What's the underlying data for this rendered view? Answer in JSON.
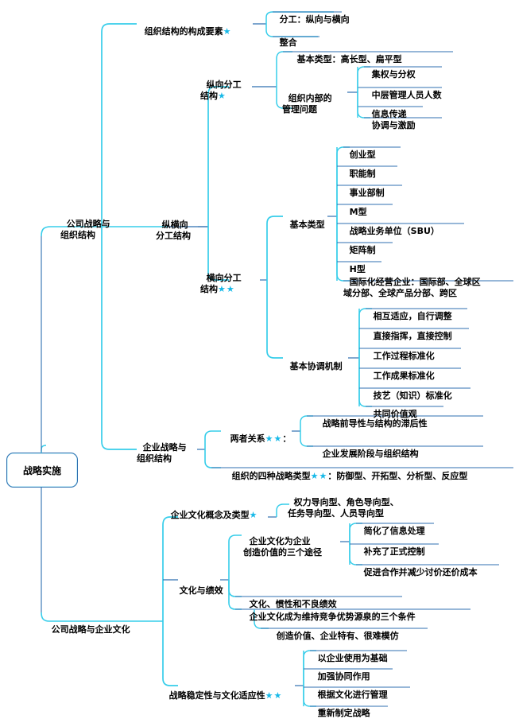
{
  "diagram": {
    "title": "战略实施",
    "type": "mindmap",
    "colors": {
      "line_cyan": "#36cdea",
      "line_blue": "#2f6fb0",
      "star": "#17b9e8",
      "text": "#000000",
      "background": "#ffffff"
    }
  },
  "root": {
    "label": "战略实施"
  },
  "branch1": {
    "label": "公司战略与\n组织结构",
    "n_org_elements": {
      "label": "组织结构的构成要素",
      "stars": "★",
      "children": [
        {
          "label": "分工：纵向与横向"
        },
        {
          "label": "整合"
        }
      ]
    },
    "n_vh_structure": {
      "label": "纵横向\n分工结构",
      "vertical": {
        "label": "纵向分工\n结构",
        "stars": "★",
        "children": [
          {
            "label": "基本类型：高长型、扁平型"
          },
          {
            "label": "组织内部的\n管理问题",
            "children": [
              {
                "label": "集权与分权"
              },
              {
                "label": "中层管理人员人数"
              },
              {
                "label": "信息传递"
              },
              {
                "label": "协调与激励"
              }
            ]
          }
        ]
      },
      "horizontal": {
        "label": "横向分工\n结构",
        "stars": "★★",
        "basic_types": {
          "label": "基本类型",
          "children": [
            {
              "label": "创业型"
            },
            {
              "label": "职能制"
            },
            {
              "label": "事业部制"
            },
            {
              "label": "M型"
            },
            {
              "label": "战略业务单位（SBU）"
            },
            {
              "label": "矩阵制"
            },
            {
              "label": "H型"
            },
            {
              "label": "国际化经营企业：国际部、全球区\n域分部、全球产品分部、跨区"
            }
          ]
        },
        "coordination": {
          "label": "基本协调机制",
          "children": [
            {
              "label": "相互适应，自行调整"
            },
            {
              "label": "直接指挥，直接控制"
            },
            {
              "label": "工作过程标准化"
            },
            {
              "label": "工作成果标准化"
            },
            {
              "label": "技艺（知识）标准化"
            },
            {
              "label": "共同价值观"
            }
          ]
        }
      }
    },
    "n_strategy_structure": {
      "label": "企业战略与\n组织结构",
      "relation": {
        "label": "两者关系",
        "stars": "★★",
        "suffix": "：",
        "children": [
          {
            "label": "战略前导性与结构的滞后性"
          },
          {
            "label": "企业发展阶段与组织结构"
          }
        ]
      },
      "four_types": {
        "label": "组织的四种战略类型",
        "stars": "★★",
        "suffix": "：防御型、开拓型、分析型、反应型"
      }
    }
  },
  "branch2": {
    "label": "公司战略与企业文化",
    "n_culture_concept": {
      "label": "企业文化概念及类型",
      "stars": "★",
      "children": [
        {
          "label": "权力导向型、角色导向型、\n任务导向型、人员导向型"
        }
      ]
    },
    "n_culture_perf": {
      "label": "文化与绩效",
      "value_paths": {
        "label": "企业文化为企业\n创造价值的三个途径",
        "children": [
          {
            "label": "简化了信息处理"
          },
          {
            "label": "补充了正式控制"
          },
          {
            "label": "促进合作并减少讨价还价成本"
          }
        ]
      },
      "children": [
        {
          "label": "文化、惯性和不良绩效"
        },
        {
          "label": "企业文化成为维持竞争优势源泉的三个条件",
          "children": [
            {
              "label": "创造价值、企业特有、很难模仿"
            }
          ]
        }
      ]
    },
    "n_stability": {
      "label": "战略稳定性与文化适应性",
      "stars": "★★",
      "children": [
        {
          "label": "以企业使用为基础"
        },
        {
          "label": "加强协同作用"
        },
        {
          "label": "根据文化进行管理"
        },
        {
          "label": "重新制定战略"
        }
      ]
    }
  }
}
